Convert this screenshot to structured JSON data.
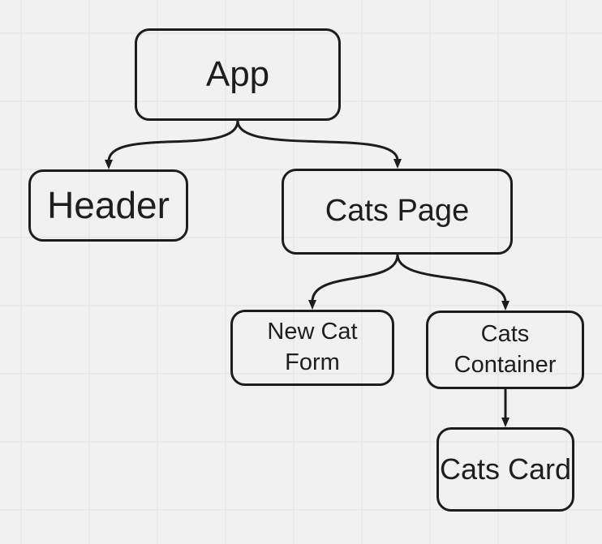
{
  "diagram": {
    "nodes": [
      {
        "id": "app",
        "label": "App"
      },
      {
        "id": "header",
        "label": "Header"
      },
      {
        "id": "cats-page",
        "label": "Cats Page"
      },
      {
        "id": "new-cat-form",
        "label": "New Cat Form"
      },
      {
        "id": "cats-container",
        "label": "Cats Container"
      },
      {
        "id": "cats-card",
        "label": "Cats Card"
      }
    ],
    "edges": [
      {
        "from": "app",
        "to": "header"
      },
      {
        "from": "app",
        "to": "cats-page"
      },
      {
        "from": "cats-page",
        "to": "new-cat-form"
      },
      {
        "from": "cats-page",
        "to": "cats-container"
      },
      {
        "from": "cats-container",
        "to": "cats-card"
      }
    ],
    "colors": {
      "stroke": "#1d1d1d",
      "text": "#1e1e1e",
      "background": "#f1f1f2",
      "grid_line": "#e8e9ea"
    }
  }
}
